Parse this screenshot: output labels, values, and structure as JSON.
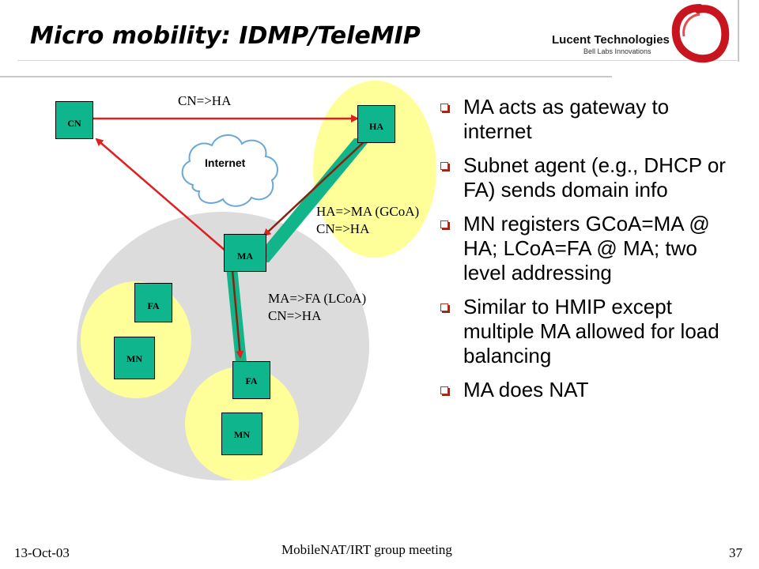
{
  "slide": {
    "title": "Micro mobility: IDMP/TeleMIP"
  },
  "logo": {
    "name": "Lucent Technologies",
    "tagline": "Bell Labs Innovations"
  },
  "diagram": {
    "nodes": {
      "cn": "CN",
      "ha": "HA",
      "ma": "MA",
      "fa_left": "FA",
      "mn_left": "MN",
      "fa_right": "FA",
      "mn_right": "MN"
    },
    "cloud": "Internet",
    "labels": {
      "cn_ha": "CN=>HA",
      "ha_ma_1": "HA=>MA (GCoA)",
      "ha_ma_2": "CN=>HA",
      "ma_fa_1": "MA=>FA (LCoA)",
      "ma_fa_2": "CN=>HA"
    },
    "colors": {
      "node": "#0fb58c",
      "domain": "#dcdcdc",
      "subnet": "#ffff99",
      "arrow": "#e02020",
      "tunnel": "#12b58a"
    }
  },
  "bullets": [
    "MA acts as gateway to internet",
    "Subnet agent (e.g., DHCP or FA) sends domain info",
    "MN registers GCoA=MA @ HA; LCoA=FA @ MA; two level addressing",
    "Similar to HMIP except multiple MA allowed for load balancing",
    "MA does NAT"
  ],
  "footer": {
    "date": "13-Oct-03",
    "center": "MobileNAT/IRT group meeting",
    "page": "37"
  }
}
